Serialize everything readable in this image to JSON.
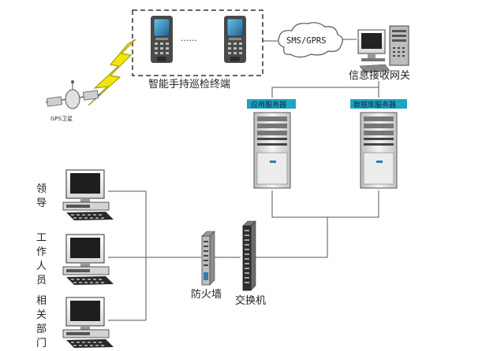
{
  "title": "",
  "labels": {
    "handheld_group": "智能手持巡检终端",
    "handheld_dots": "......",
    "cloud": "SMS/GPRS",
    "gateway": "信息接收网关",
    "gps": "GPS卫星",
    "app_server": "应用服务器",
    "db_server": "数据库服务器",
    "firewall": "防火墙",
    "switch": "交换机",
    "leader": [
      "领",
      "导"
    ],
    "staff": [
      "工",
      "作",
      "人",
      "员"
    ],
    "department": [
      "相",
      "关",
      "部",
      "门"
    ]
  },
  "colors": {
    "line": "#555555",
    "server_badge": "#1fa3c4",
    "screen": "#2a7fb0",
    "lightning": "#f2e600",
    "device_gray": "#c9c9c9"
  },
  "icons": {
    "handheld": "handheld-terminal-icon",
    "gateway": "pc-gateway-icon",
    "server": "tower-server-icon",
    "firewall": "firewall-icon",
    "switch": "network-switch-icon",
    "workstation": "workstation-icon",
    "satellite": "satellite-icon",
    "lightning": "lightning-icon",
    "cloud": "cloud-icon"
  }
}
